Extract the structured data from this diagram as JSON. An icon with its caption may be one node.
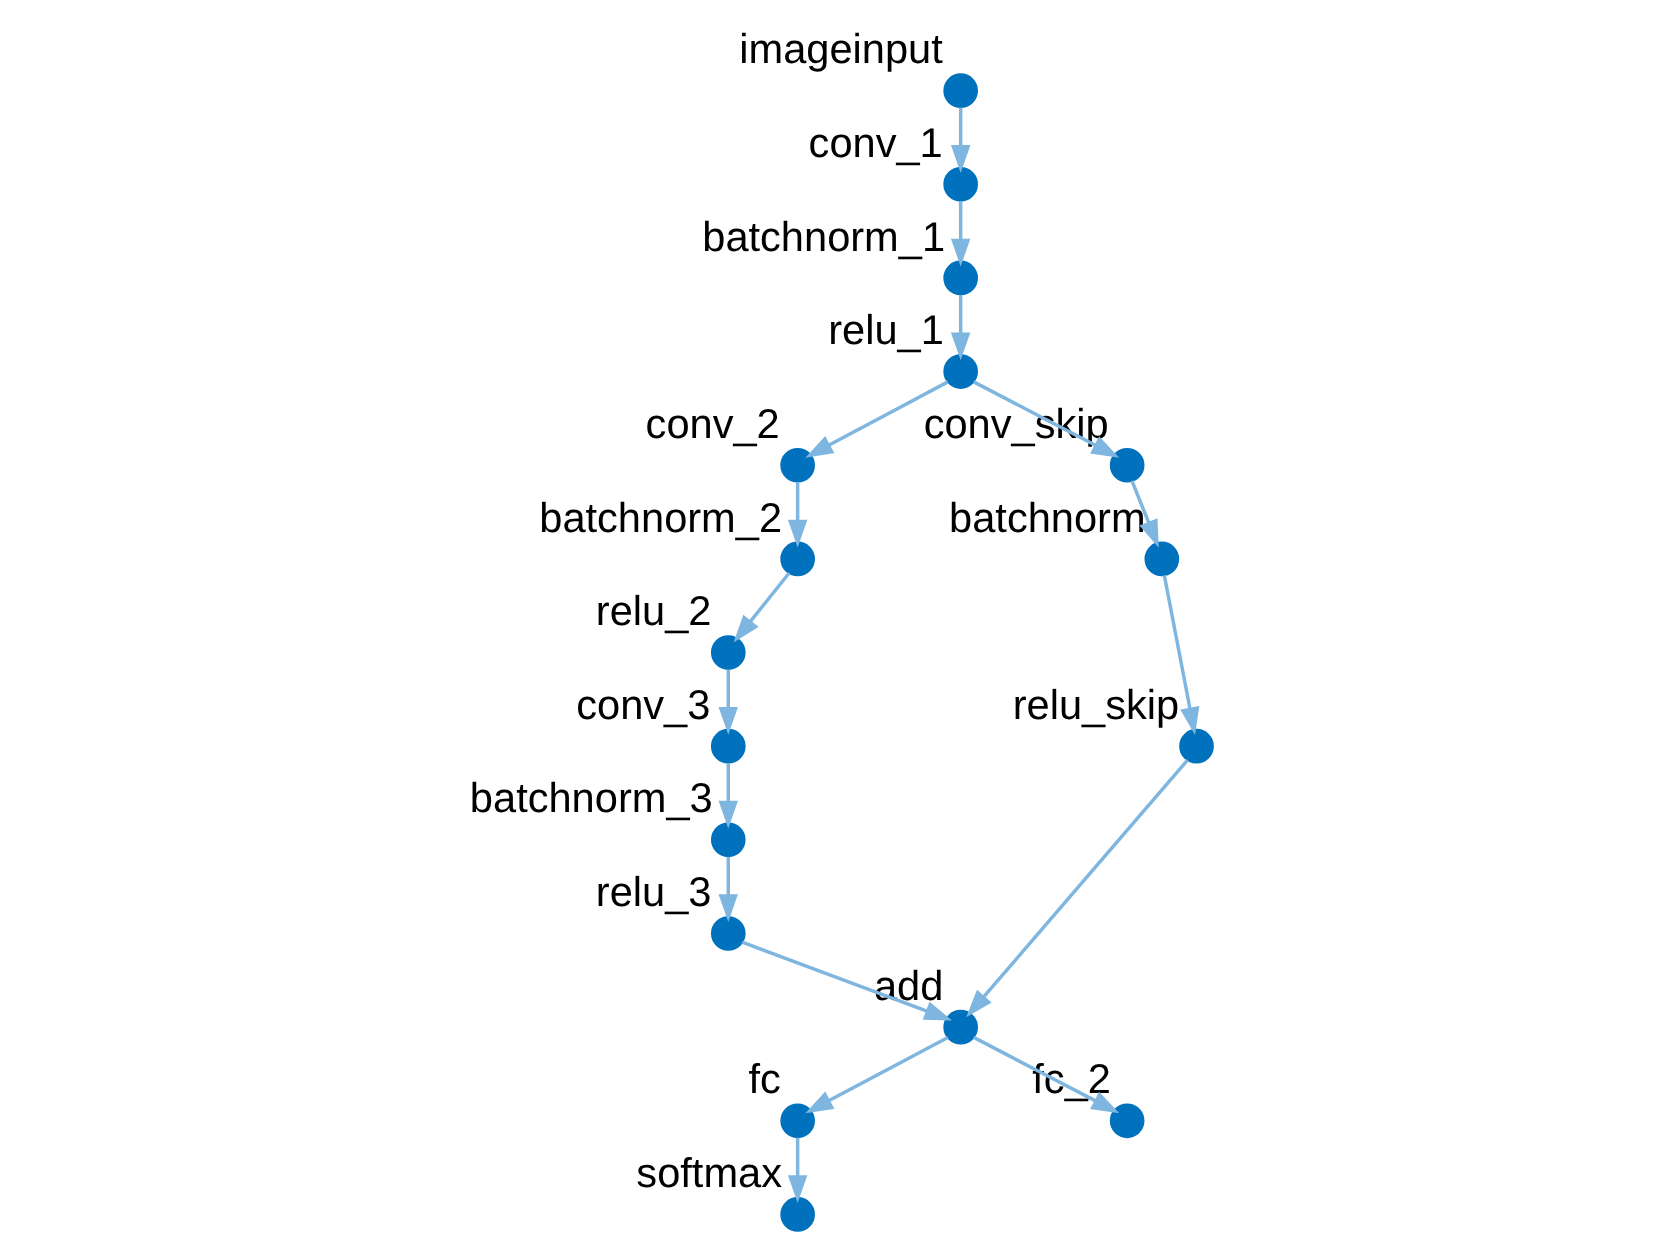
{
  "diagram": {
    "nodes": [
      {
        "text": [],
        "shape": "circle",
        "beside": [
          "imageinput"
        ]
      },
      {
        "text": [],
        "shape": "circle",
        "beside": [
          "conv_1"
        ]
      },
      {
        "text": [],
        "shape": "circle",
        "beside": [
          "batchnorm_1"
        ]
      },
      {
        "text": [],
        "shape": "circle",
        "beside": [
          "relu_1"
        ]
      },
      {
        "text": [],
        "shape": "circle",
        "beside": [
          "conv_2"
        ]
      },
      {
        "text": [],
        "shape": "circle",
        "beside": [
          "batchnorm_2"
        ]
      },
      {
        "text": [],
        "shape": "circle",
        "beside": [
          "relu_2"
        ]
      },
      {
        "text": [],
        "shape": "circle",
        "beside": [
          "conv_3"
        ]
      },
      {
        "text": [],
        "shape": "circle",
        "beside": [
          "batchnorm_3"
        ]
      },
      {
        "text": [],
        "shape": "circle",
        "beside": [
          "relu_3"
        ]
      },
      {
        "text": [],
        "shape": "circle",
        "beside": [
          "conv_skip"
        ]
      },
      {
        "text": [],
        "shape": "circle",
        "beside": [
          "batchnorm"
        ]
      },
      {
        "text": [],
        "shape": "circle",
        "beside": [
          "relu_skip"
        ]
      },
      {
        "text": [],
        "shape": "circle",
        "beside": [
          "add"
        ]
      },
      {
        "text": [],
        "shape": "circle",
        "beside": [
          "fc"
        ]
      },
      {
        "text": [],
        "shape": "circle",
        "beside": [
          "softmax"
        ]
      },
      {
        "text": [],
        "shape": "circle",
        "beside": [
          "fc_2"
        ]
      }
    ],
    "edges": [
      {
        "from": 0,
        "to": 1,
        "arrow": "to"
      },
      {
        "from": 1,
        "to": 2,
        "arrow": "to"
      },
      {
        "from": 2,
        "to": 3,
        "arrow": "to"
      },
      {
        "from": 3,
        "to": 4,
        "arrow": "to"
      },
      {
        "from": 3,
        "to": 10,
        "arrow": "to"
      },
      {
        "from": 4,
        "to": 5,
        "arrow": "to"
      },
      {
        "from": 5,
        "to": 6,
        "arrow": "to"
      },
      {
        "from": 6,
        "to": 7,
        "arrow": "to"
      },
      {
        "from": 7,
        "to": 8,
        "arrow": "to"
      },
      {
        "from": 8,
        "to": 9,
        "arrow": "to"
      },
      {
        "from": 9,
        "to": 13,
        "arrow": "to"
      },
      {
        "from": 10,
        "to": 11,
        "arrow": "to"
      },
      {
        "from": 11,
        "to": 12,
        "arrow": "to"
      },
      {
        "from": 12,
        "to": 13,
        "arrow": "to"
      },
      {
        "from": 13,
        "to": 14,
        "arrow": "to"
      },
      {
        "from": 14,
        "to": 15,
        "arrow": "to"
      },
      {
        "from": 13,
        "to": 16,
        "arrow": "to"
      }
    ]
  }
}
